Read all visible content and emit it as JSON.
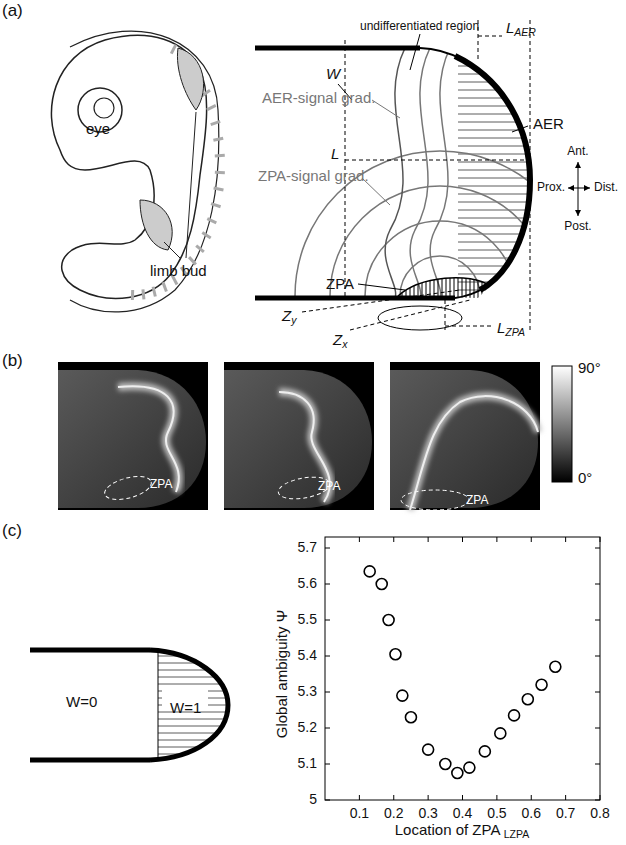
{
  "diagram": {
    "labels": [
      "(a)",
      "eye",
      "limb bud",
      "undifferentiated region",
      "LAER",
      "W",
      "AER-signal grad.",
      "AER",
      "L",
      "ZPA-signal grad.",
      "ZPA",
      "Ant.",
      "Prox.",
      "Dist.",
      "Post.",
      "Zy",
      "Zx",
      "LZPA",
      "(b)",
      "ZPA",
      "ZPA",
      "ZPA",
      "90°",
      "0°",
      "(c)",
      "W=0",
      "W=1",
      "5",
      "5.1",
      "5.2",
      "5.3",
      "5.4",
      "5.5",
      "5.6",
      "5.7",
      "0.1",
      "0.2",
      "0.3",
      "0.4",
      "0.5",
      "0.6",
      "0.7",
      "0.8",
      "Global ambiguity Ψ",
      "Location of ZPA LZPA"
    ]
  }
}
